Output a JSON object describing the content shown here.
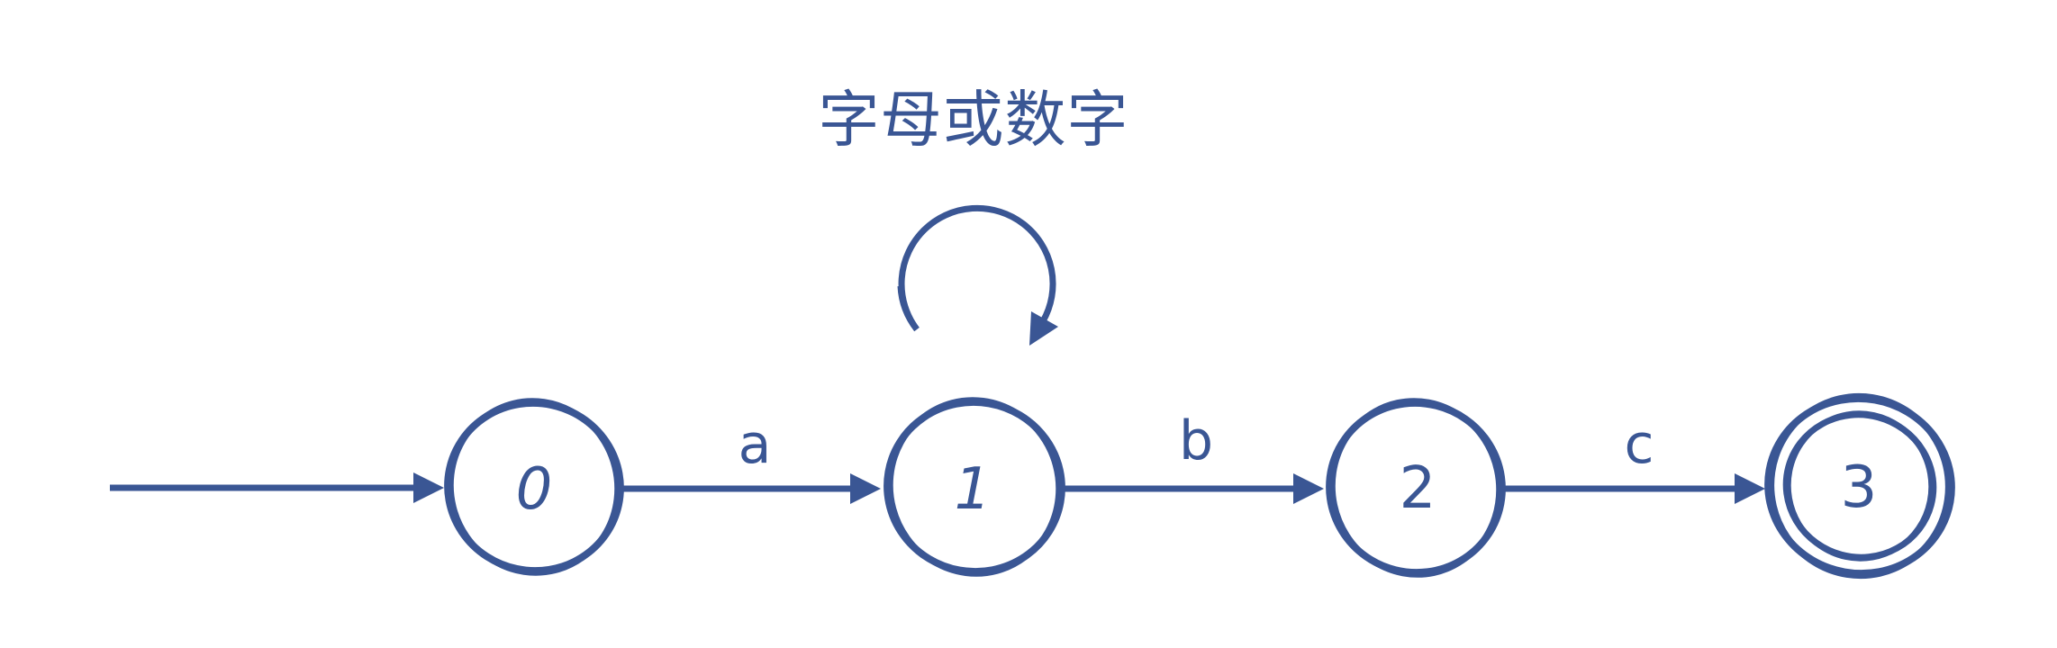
{
  "automaton": {
    "type": "finite-automaton",
    "ink_color": "#3A5694",
    "background_color": "#FFFFFF",
    "self_loop_label": "字母或数字",
    "states": [
      {
        "label": "0",
        "start": true,
        "accepting": false
      },
      {
        "label": "1",
        "start": false,
        "accepting": false
      },
      {
        "label": "2",
        "start": false,
        "accepting": false
      },
      {
        "label": "3",
        "start": false,
        "accepting": true
      }
    ],
    "transitions": [
      {
        "from": "0",
        "to": "1",
        "label": "a"
      },
      {
        "from": "1",
        "to": "1",
        "label": "字母或数字",
        "self_loop": true
      },
      {
        "from": "1",
        "to": "2",
        "label": "b"
      },
      {
        "from": "2",
        "to": "3",
        "label": "c"
      }
    ]
  }
}
